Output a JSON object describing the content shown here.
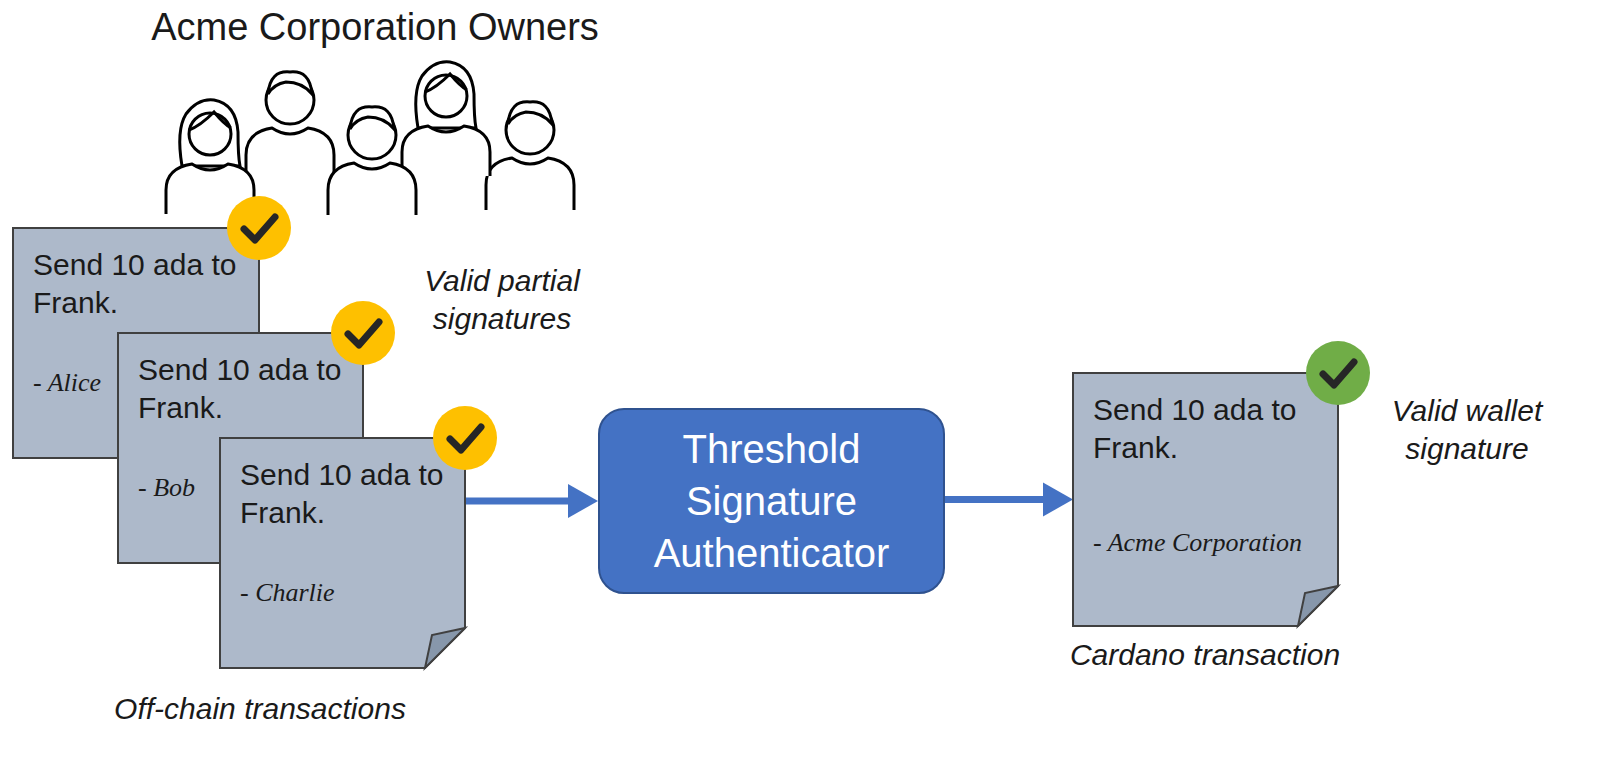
{
  "diagram": {
    "title": "Acme Corporation Owners",
    "nodes": [
      {
        "text": [
          "Send 10 ada to Frank.",
          "- Alice"
        ]
      },
      {
        "text": [
          "Send 10 ada to Frank.",
          "- Bob"
        ]
      },
      {
        "text": [
          "Send 10 ada to Frank.",
          "- Charlie"
        ]
      },
      {
        "text": [
          "Threshold Signature Authenticator"
        ]
      },
      {
        "text": [
          "Send 10 ada to Frank.",
          "- Acme Corporation"
        ]
      }
    ],
    "edges": [
      {
        "from": 2,
        "to": 3,
        "arrow": "to"
      },
      {
        "from": 3,
        "to": 4,
        "arrow": "to"
      }
    ],
    "labels": [
      "Valid partial signatures",
      "Valid wallet signature",
      "Cardano transaction",
      "Off-chain transactions"
    ]
  }
}
